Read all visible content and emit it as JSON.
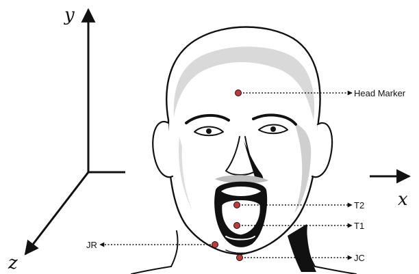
{
  "axes": {
    "x_label": "x",
    "y_label": "y",
    "z_label": "z"
  },
  "markers": {
    "head": "Head Marker",
    "t2": "T2",
    "t1": "T1",
    "jr": "JR",
    "jc": "JC"
  },
  "colors": {
    "marker_fill": "#c0393b",
    "skin_shadow": "#cfcfcf",
    "mouth_dark": "#111111"
  }
}
